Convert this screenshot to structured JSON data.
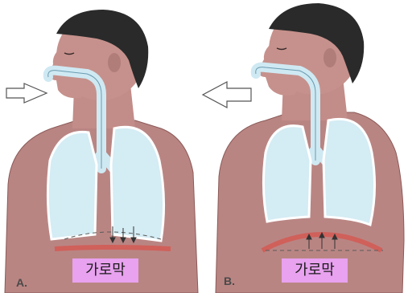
{
  "panels": {
    "a": {
      "letter": "A.",
      "label": "가로막"
    },
    "b": {
      "letter": "B.",
      "label": "가로막"
    }
  },
  "colors": {
    "skin": "#b98583",
    "skin_light": "#cf9d98",
    "hair": "#2a2a2a",
    "airway": "#cfe9f3",
    "lung": "#d4ecf4",
    "diaphragm": "#d0605a",
    "label_bg": "#e8a2ef"
  }
}
